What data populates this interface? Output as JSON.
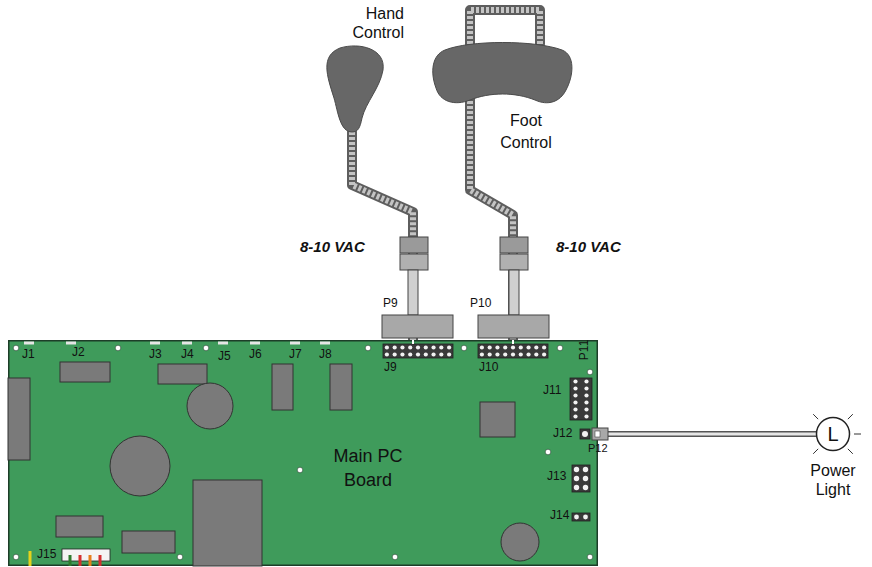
{
  "diagram": {
    "nodes": [
      {
        "text": [
          "Hand Control"
        ]
      },
      {
        "text": [
          "Foot Control"
        ]
      },
      {
        "text": [
          "Main PC Board"
        ]
      },
      {
        "text": [
          "L",
          "Power Light"
        ]
      }
    ],
    "edges": [
      {
        "from": 0,
        "to": 2,
        "arrow": "none"
      },
      {
        "from": 1,
        "to": 2,
        "arrow": "none"
      },
      {
        "from": 2,
        "to": 3,
        "arrow": "none"
      }
    ],
    "labels": [
      "8-10 VAC",
      "8-10 VAC",
      "P9",
      "P10",
      "P11",
      "J1",
      "J2",
      "J3",
      "J4",
      "J5",
      "J6",
      "J7",
      "J8",
      "J9",
      "J10",
      "J11",
      "J12",
      "P12",
      "J13",
      "J14",
      "J15"
    ]
  }
}
